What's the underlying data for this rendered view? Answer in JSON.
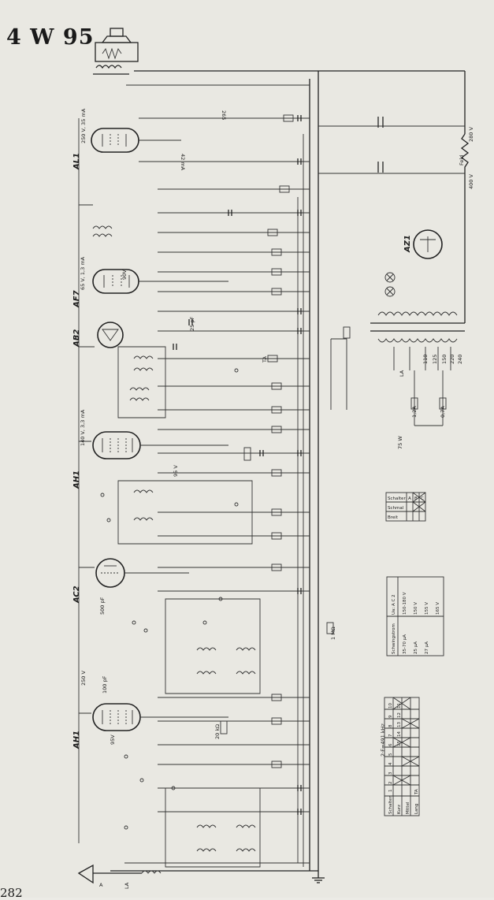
{
  "title": "4 W 95",
  "page_number": "282",
  "tubes": [
    "AL1",
    "AF7",
    "AB2",
    "AH1",
    "AC2",
    "AH1"
  ],
  "labels": {
    "if": "2·F=491 kHz",
    "power": "75 W",
    "field": "Feld",
    "ant": "A",
    "ant2": "LA",
    "la2": "LA",
    "v250": "250 V, 35 mA",
    "v65": "65 V, 1,3 mA",
    "v140": "140 V, 3,3 mA",
    "v95a": "95V",
    "v95b": "95 V",
    "v250b": "250 V",
    "ma42": "42 mA",
    "v280": "280 V",
    "v400": "400 V",
    "v90": "90V",
    "v265": "265",
    "az1": "AZ1",
    "ta": "TA",
    "m1": "1 MΩ",
    "pf500": "500 pF",
    "pf100": "100 pF",
    "pf25": "25 pF",
    "kohm20": "20 kΩ",
    "fuse1": "1,2A",
    "fuse2": "0,7A",
    "v110": "110",
    "v125": "125",
    "v150": "150",
    "v220": "220",
    "v240": "240"
  },
  "table_switch_abc": {
    "header": [
      "Schalter",
      "A",
      "B",
      "C"
    ],
    "rows": [
      "Schmal",
      "Breit"
    ]
  },
  "table_schwingstrom": {
    "header": [
      "Schwingstrom",
      "Ua: A C 2"
    ],
    "rows": [
      [
        "35-70 μA",
        "150-180 V"
      ],
      [
        "25 μA",
        "150 V"
      ],
      [
        "27 μA",
        "155 V"
      ],
      [
        "",
        "165 V"
      ]
    ]
  },
  "table_switch": {
    "header": [
      "Schalter",
      "1",
      "2",
      "3",
      "4",
      "5",
      "6",
      "7",
      "8",
      "9",
      "10",
      "11",
      "12",
      "13",
      "14",
      "15"
    ],
    "rows": [
      "Kurz",
      "Mittel",
      "Lang",
      "TA"
    ]
  }
}
